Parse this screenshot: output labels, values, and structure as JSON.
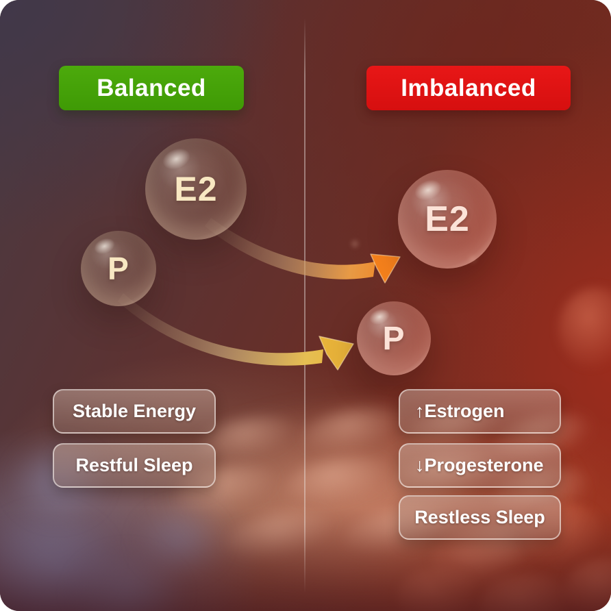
{
  "panels": {
    "balanced": {
      "badge": "Balanced",
      "spheres": {
        "e2": "E2",
        "p": "P"
      },
      "pills": [
        "Stable Energy",
        "Restful Sleep"
      ]
    },
    "imbalanced": {
      "badge": "Imbalanced",
      "spheres": {
        "e2": "E2",
        "p": "P"
      },
      "pills": [
        "↑Estrogen",
        "↓Progesterone",
        "Restless Sleep"
      ]
    }
  },
  "colors": {
    "balanced_badge_bg": "#45A30A",
    "imbalanced_badge_bg": "#E11313",
    "badge_text": "#FFFFFF",
    "pill_text": "#FFFFFF",
    "e2_shift_arrow": "#F5811C",
    "p_shift_arrow": "#E8B33A",
    "balanced_sphere_label": "#F8E8C2",
    "imbalanced_sphere_label": "#FCE3D8",
    "divider": "rgba(240,235,232,0.42)"
  }
}
